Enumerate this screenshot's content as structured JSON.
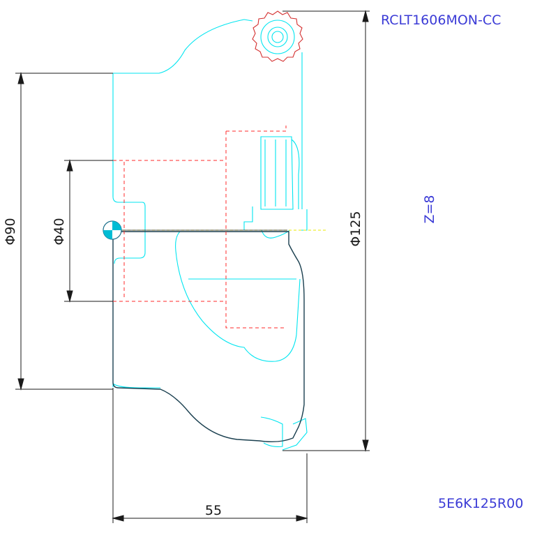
{
  "labels": {
    "insert_code": "RCLT1606MON-CC",
    "teeth": "Z=8",
    "part_number": "5E6K125R00"
  },
  "dimensions": {
    "body_diameter": "Φ90",
    "bore_diameter": "Φ40",
    "cutting_diameter": "Φ125",
    "length": "55"
  },
  "colors": {
    "outline": "#00e5f0",
    "hidden": "#ff2a2a",
    "dimension": "#1a1a1a",
    "annotation": "#3b3bd6",
    "centerline": "#e8e800"
  }
}
